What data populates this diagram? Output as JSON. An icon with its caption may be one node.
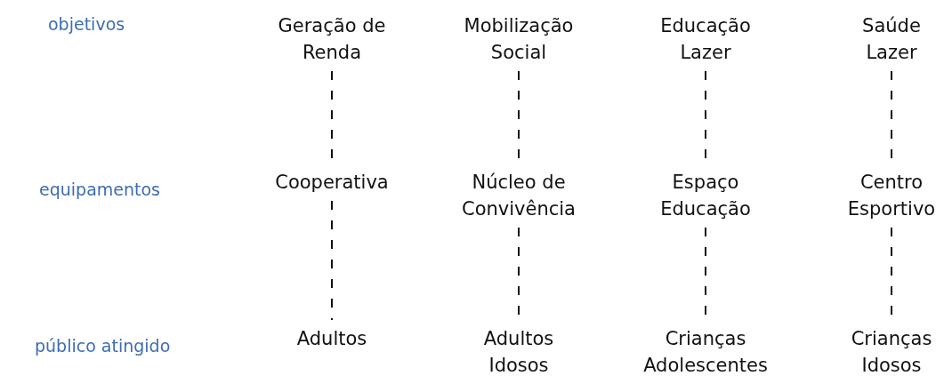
{
  "diagram": {
    "nodes": [
      {
        "text": [
          "Geração de Renda"
        ]
      },
      {
        "text": [
          "Mobilização Social"
        ]
      },
      {
        "text": [
          "Educação Lazer"
        ]
      },
      {
        "text": [
          "Saúde Lazer"
        ]
      },
      {
        "text": [
          "Cooperativa"
        ]
      },
      {
        "text": [
          "Núcleo de Convivência"
        ]
      },
      {
        "text": [
          "Espaço Educação"
        ]
      },
      {
        "text": [
          "Centro Esportivo"
        ]
      },
      {
        "text": [
          "Adultos"
        ]
      },
      {
        "text": [
          "Adultos Idosos"
        ]
      },
      {
        "text": [
          "Crianças Adolescentes"
        ]
      },
      {
        "text": [
          "Crianças Idosos"
        ]
      }
    ],
    "edges": [
      {
        "from": 0,
        "to": 4,
        "arrow": "none",
        "style": "dashed"
      },
      {
        "from": 1,
        "to": 5,
        "arrow": "none",
        "style": "dashed"
      },
      {
        "from": 2,
        "to": 6,
        "arrow": "none",
        "style": "dashed"
      },
      {
        "from": 3,
        "to": 7,
        "arrow": "none",
        "style": "dashed"
      },
      {
        "from": 4,
        "to": 8,
        "arrow": "none",
        "style": "dashed"
      },
      {
        "from": 5,
        "to": 9,
        "arrow": "none",
        "style": "dashed"
      },
      {
        "from": 6,
        "to": 10,
        "arrow": "none",
        "style": "dashed"
      },
      {
        "from": 7,
        "to": 11,
        "arrow": "none",
        "style": "dashed"
      }
    ],
    "labels": [
      "objetivos",
      "equipamentos",
      "público atingido"
    ]
  }
}
